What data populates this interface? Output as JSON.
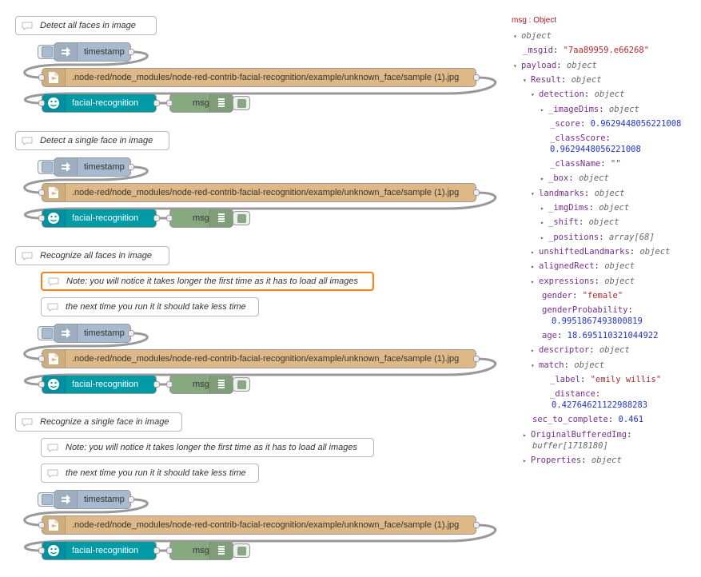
{
  "flow": {
    "comments": {
      "detect_all": "Detect all faces in image",
      "detect_single": "Detect a single face in image",
      "recognize_all": "Recognize all faces in image",
      "recognize_single": "Recognize a single face in image",
      "note_load": "Note: you will notice it takes longer the first time as it has to load all images",
      "note_next": "the next time you run it it should take less time"
    },
    "inject_label": "timestamp",
    "file_label": ".node-red/node_modules/node-red-contrib-facial-recognition/example/unknown_face/sample (1).jpg",
    "face_label": "facial-recognition",
    "debug_label": "msg"
  },
  "debug": {
    "header": "msg : Object",
    "rows": [
      {
        "t": "▾",
        "k": "",
        "v": "object",
        "vc": "t"
      },
      {
        "t": "",
        "k": "_msgid",
        "v": "\"7aa89959.e66268\"",
        "vc": "s"
      },
      {
        "t": "▾",
        "k": "payload",
        "v": "object",
        "vc": "t"
      },
      {
        "t": "▾",
        "k": "Result",
        "v": "object",
        "vc": "t"
      },
      {
        "t": "▾",
        "k": "detection",
        "v": "object",
        "vc": "t"
      },
      {
        "t": "▸",
        "k": "_imageDims",
        "v": "object",
        "vc": "t"
      },
      {
        "t": "",
        "k": "_score",
        "v": "0.9629448056221008",
        "vc": "n"
      },
      {
        "t": "",
        "k": "_classScore",
        "v": "",
        "vc": "n"
      },
      {
        "t": "",
        "k": "",
        "v": "0.9629448056221008",
        "vc": "n"
      },
      {
        "t": "",
        "k": "_className",
        "v": "\"\"",
        "vc": "s"
      },
      {
        "t": "▸",
        "k": "_box",
        "v": "object",
        "vc": "t"
      },
      {
        "t": "▾",
        "k": "landmarks",
        "v": "object",
        "vc": "t"
      },
      {
        "t": "▸",
        "k": "_imgDims",
        "v": "object",
        "vc": "t"
      },
      {
        "t": "▸",
        "k": "_shift",
        "v": "object",
        "vc": "t"
      },
      {
        "t": "▸",
        "k": "_positions",
        "v": "array[68]",
        "vc": "t"
      },
      {
        "t": "▸",
        "k": "unshiftedLandmarks",
        "v": "object",
        "vc": "t"
      },
      {
        "t": "▸",
        "k": "alignedRect",
        "v": "object",
        "vc": "t"
      },
      {
        "t": "▸",
        "k": "expressions",
        "v": "object",
        "vc": "t"
      },
      {
        "t": "",
        "k": "gender",
        "v": "\"female\"",
        "vc": "s"
      },
      {
        "t": "",
        "k": "genderProbability",
        "v": "",
        "vc": "n"
      },
      {
        "t": "",
        "k": "",
        "v": "0.9951867493800819",
        "vc": "n"
      },
      {
        "t": "",
        "k": "age",
        "v": "18.695110321044922",
        "vc": "n"
      },
      {
        "t": "▸",
        "k": "descriptor",
        "v": "object",
        "vc": "t"
      },
      {
        "t": "▾",
        "k": "match",
        "v": "object",
        "vc": "t"
      },
      {
        "t": "",
        "k": "_label",
        "v": "\"emily willis\"",
        "vc": "s"
      },
      {
        "t": "",
        "k": "_distance",
        "v": "",
        "vc": "n"
      },
      {
        "t": "",
        "k": "",
        "v": "0.42764621122988283",
        "vc": "n"
      },
      {
        "t": "",
        "k": "sec_to_complete",
        "v": "0.461",
        "vc": "n"
      },
      {
        "t": "▸",
        "k": "OriginalBufferedImg",
        "v": "",
        "vc": "t"
      },
      {
        "t": "",
        "k": "",
        "v": "buffer[1718180]",
        "vc": "t"
      },
      {
        "t": "▸",
        "k": "Properties",
        "v": "object",
        "vc": "t"
      }
    ]
  }
}
